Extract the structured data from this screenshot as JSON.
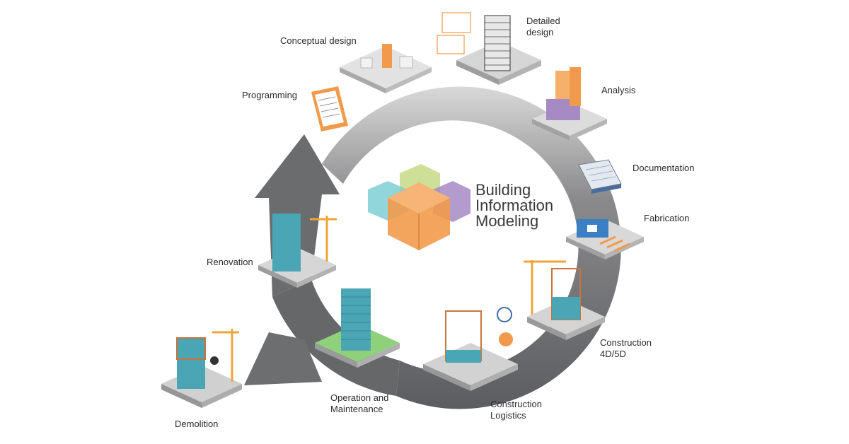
{
  "title": {
    "line1": "Building",
    "line2": "Information",
    "line3": "Modeling"
  },
  "stages": {
    "conceptual_design": "Conceptual design",
    "detailed_design": "Detailed\ndesign",
    "analysis": "Analysis",
    "documentation": "Documentation",
    "fabrication": "Fabrication",
    "construction_4d5d": "Construction\n4D/5D",
    "construction_logistics": "Construction\nLogistics",
    "operation_maintenance": "Operation and\nMaintenance",
    "demolition": "Demolition",
    "renovation": "Renovation",
    "programming": "Programming"
  },
  "colors": {
    "ring": "#636466",
    "ring_light": "#c9c9c9",
    "accent_orange": "#f29a4b",
    "accent_purple": "#a68ac4",
    "accent_cyan": "#7ecfd3",
    "accent_green": "#c9dc8c",
    "building_teal": "#4aa5b5"
  }
}
